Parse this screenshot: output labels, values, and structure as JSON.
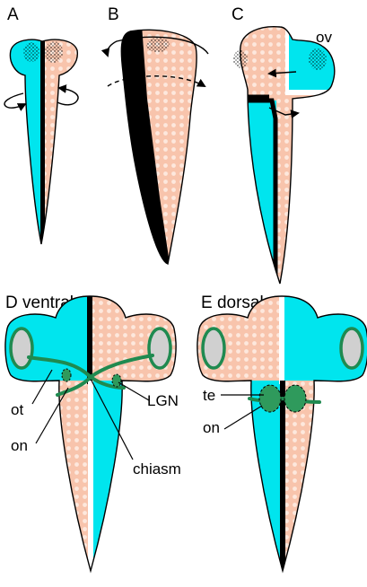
{
  "colors": {
    "cyan": "#00e5ee",
    "salmon": "#f8c4ac",
    "dot": "#fde8dd",
    "midline": "#000000",
    "white_band": "#ffffff",
    "eye_grey": "#d0d0d0",
    "nerve_green": "#1f8a50",
    "tectum_green": "#2f9a5c"
  },
  "panels": {
    "a": {
      "letter": "A"
    },
    "b": {
      "letter": "B"
    },
    "c": {
      "letter": "C",
      "ov_label": "ov"
    },
    "d": {
      "title": "D ventral",
      "labels": {
        "ot": "ot",
        "on": "on",
        "lgn": "LGN",
        "chiasm": "chiasm"
      }
    },
    "e": {
      "title": "E dorsal",
      "labels": {
        "te": "te",
        "on": "on"
      }
    }
  },
  "icons": [
    "rotation-arrow-icon",
    "curved-arrow-icon",
    "straight-arrow-icon",
    "stipple-eye-primordium-icon"
  ]
}
